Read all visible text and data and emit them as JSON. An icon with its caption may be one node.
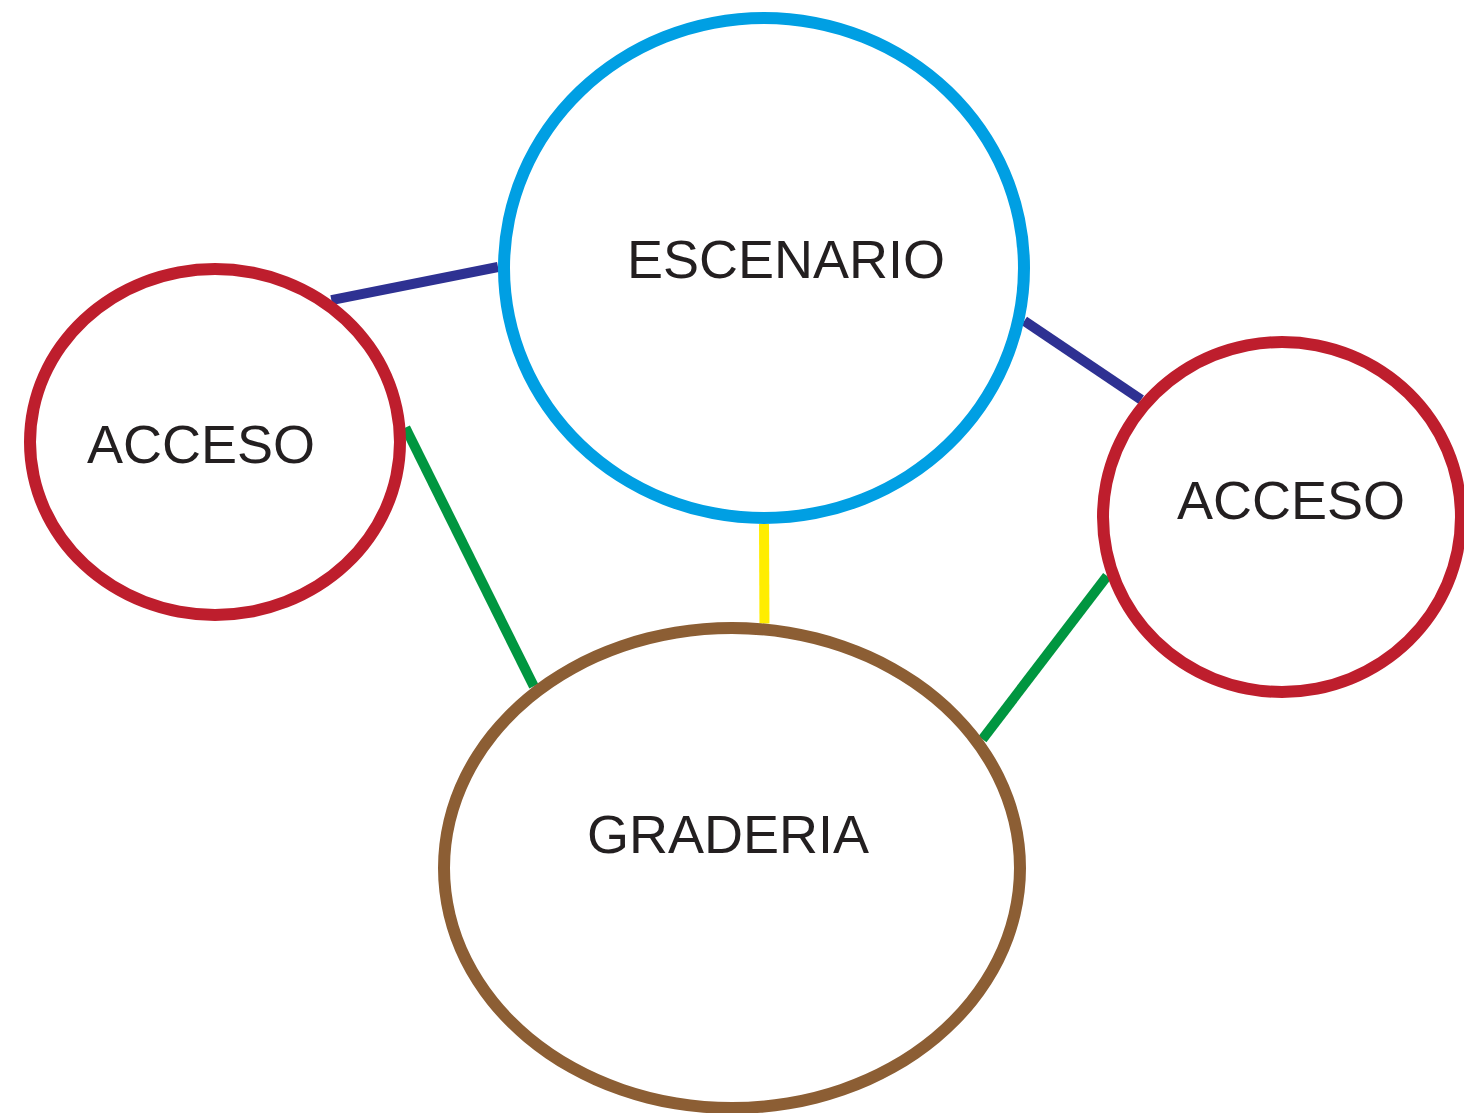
{
  "diagram": {
    "nodes": [
      {
        "text": [
          "ESCENARIO"
        ]
      },
      {
        "text": [
          "ACCESO"
        ]
      },
      {
        "text": [
          "ACCESO"
        ]
      },
      {
        "text": [
          "GRADERIA"
        ]
      }
    ],
    "edges": [
      {
        "from": 1,
        "to": 0,
        "arrow": "none",
        "color": "#2e3192"
      },
      {
        "from": 0,
        "to": 2,
        "arrow": "none",
        "color": "#2e3192"
      },
      {
        "from": 0,
        "to": 3,
        "arrow": "none",
        "color": "#ffed00"
      },
      {
        "from": 1,
        "to": 3,
        "arrow": "none",
        "color": "#009640"
      },
      {
        "from": 3,
        "to": 2,
        "arrow": "none",
        "color": "#009640"
      }
    ]
  }
}
